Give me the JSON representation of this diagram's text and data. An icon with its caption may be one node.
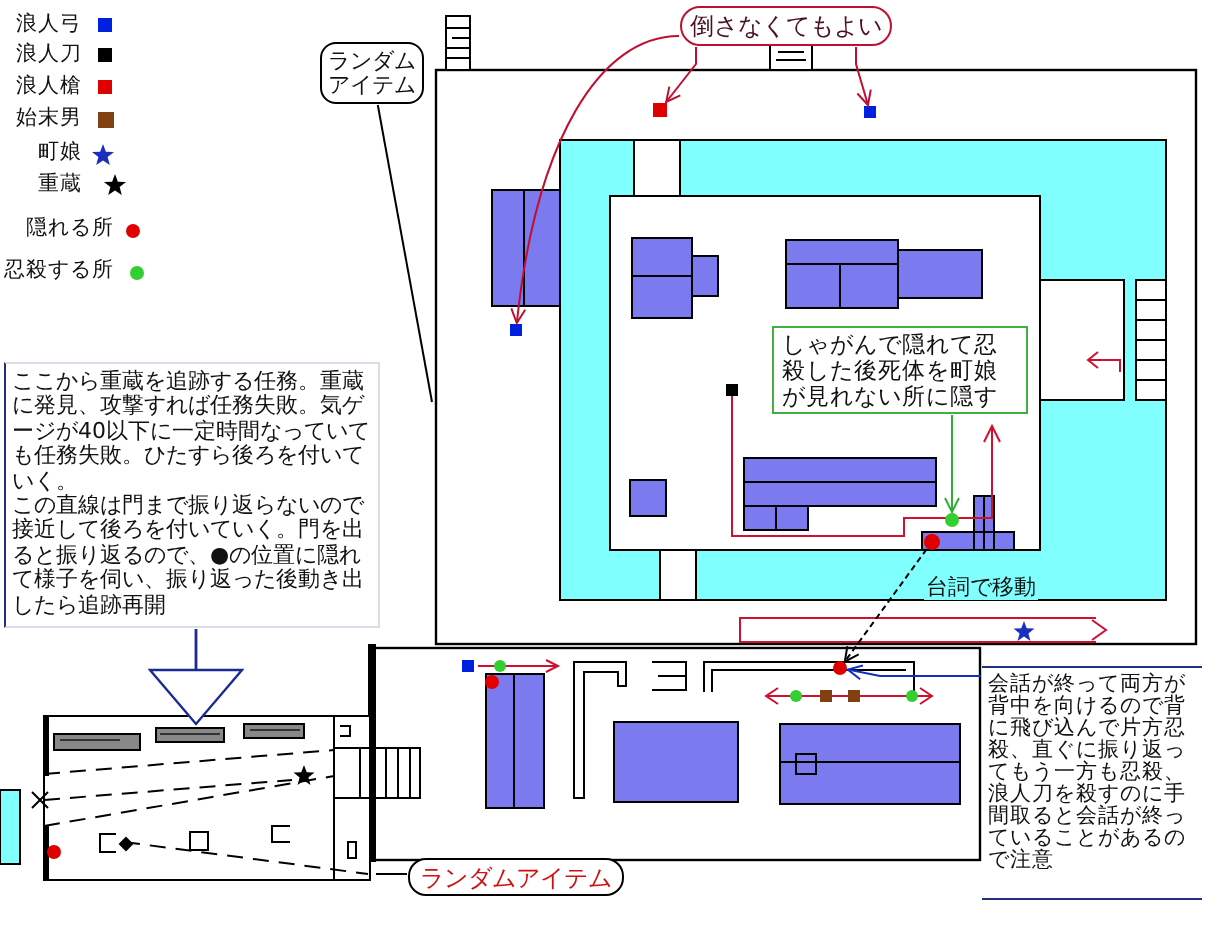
{
  "diagram": {
    "nodes": [
      {
        "text": [
          "ランダムアイテム"
        ]
      },
      {
        "text": [
          "倒さなくてもよい"
        ]
      },
      {
        "text": [],
        "shape": "box"
      },
      {
        "text": [],
        "shape": "box"
      },
      {
        "text": [],
        "shape": "box"
      },
      {
        "text": [
          "ここから重蔵を追跡する任務。重蔵に発見、攻撃すれば任務失敗。気ゲージが40以下に一定時間なっていても任務失敗。ひたすら後ろを付いていく。",
          "この直線は門まで振り返らないので接近して後ろを付いていく。門を出ると振り返るので、●の位置に隠れて様子を伺い、振り返った後動き出したら追跡再開"
        ]
      },
      {
        "text": [
          "しゃがんで隠れて忍殺した後死体を町娘が見れない所に隠す"
        ]
      },
      {
        "text": [],
        "shape": "circle"
      },
      {
        "text": [],
        "shape": "circle"
      },
      {
        "text": [],
        "shape": "circle"
      },
      {
        "text": [
          "会話が終って両方が背中を向けるので背に飛び込んで片方忍殺、直ぐに振り返ってもう一方も忍殺、浪人刀を殺すのに手間取ると会話が終っていることがあるので注意"
        ]
      },
      {
        "text": [
          "ランダムアイテム"
        ]
      }
    ],
    "edges": [
      {
        "from": 0,
        "to": null,
        "arrow": "none"
      },
      {
        "from": 1,
        "to": 2,
        "arrow": "to",
        "color": "#c01030"
      },
      {
        "from": 1,
        "to": 3,
        "arrow": "to",
        "color": "#c01030"
      },
      {
        "from": 1,
        "to": 4,
        "arrow": "to",
        "color": "#c01030"
      },
      {
        "from": 5,
        "to": null,
        "arrow": "to",
        "color": "#1a2a90"
      },
      {
        "from": 6,
        "to": 7,
        "arrow": "to",
        "color": "#30b030"
      },
      {
        "from": 8,
        "to": 9,
        "arrow": "to",
        "label": "台詞で移動",
        "style": "dashed"
      },
      {
        "from": 10,
        "to": 9,
        "arrow": "to",
        "color": "#1030c0"
      },
      {
        "from": 11,
        "to": null,
        "arrow": "none"
      }
    ],
    "legend": [
      {
        "text": "浪人弓",
        "color": "#0020e0"
      },
      {
        "text": "浪人刀",
        "color": "#000000"
      },
      {
        "text": "浪人槍",
        "color": "#e00000"
      },
      {
        "text": "始末男",
        "color": "#804010"
      },
      {
        "text": "町娘"
      },
      {
        "text": "重蔵"
      },
      {
        "text": "隠れる所",
        "color": "#e00000"
      },
      {
        "text": "忍殺する所",
        "color": "#30d030"
      }
    ]
  }
}
